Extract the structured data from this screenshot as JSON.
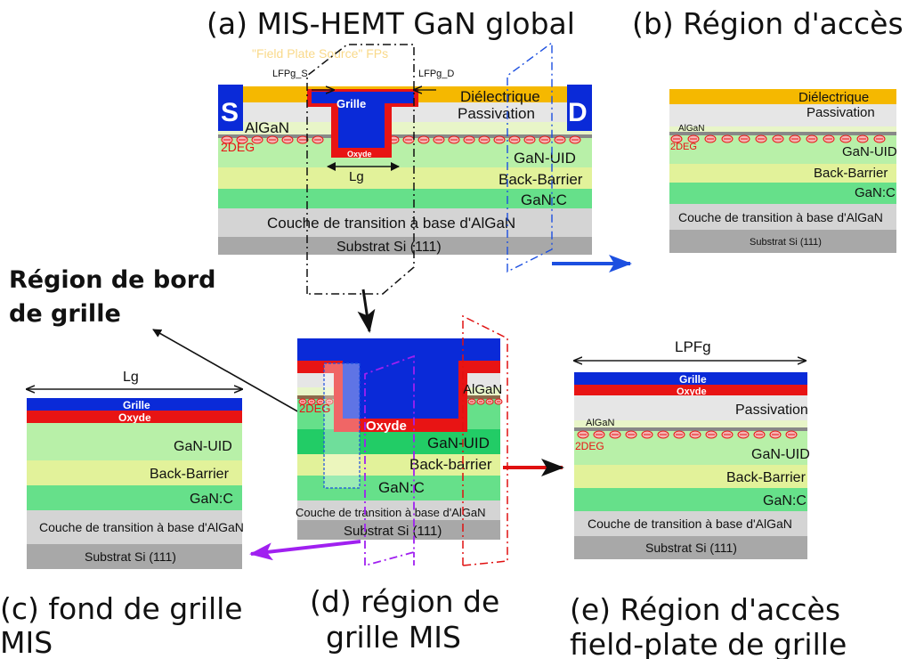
{
  "captions": {
    "a": "(a) MIS-HEMT GaN global",
    "b": "(b) Région d'accès",
    "c_line1": "(c) fond de grille",
    "c_line2": "MIS",
    "d_line1": "(d) région de",
    "d_line2": "grille MIS",
    "e_line1": "(e) Région d'accès",
    "e_line2": "field-plate de grille"
  },
  "edge_region": {
    "line1": "Région de bord",
    "line2": "de grille"
  },
  "panel_a": {
    "fp_note": "\"Field Plate Source\" FPs",
    "lfp_s": "LFPg_S",
    "lfp_d": "LFPg_D",
    "source": "S",
    "drain": "D",
    "grille": "Grille",
    "oxyde": "Oxyde",
    "lg": "Lg",
    "dielectrique": "Diélectrique",
    "passivation": "Passivation",
    "algan": "AlGaN",
    "twodeg": "2DEG",
    "gan_uid": "GaN-UID",
    "back_barrier": "Back-Barrier",
    "gan_c": "GaN:C",
    "transition": "Couche de transition à base d'AlGaN",
    "substrat": "Substrat Si (111)"
  },
  "panel_b": {
    "dielectrique": "Diélectrique",
    "passivation": "Passivation",
    "algan": "AlGaN",
    "twodeg": "2DEG",
    "gan_uid": "GaN-UID",
    "back_barrier": "Back-Barrier",
    "gan_c": "GaN:C",
    "transition": "Couche de transition à base d'AlGaN",
    "substrat": "Substrat Si (111)"
  },
  "panel_c": {
    "lg": "Lg",
    "grille": "Grille",
    "oxyde": "Oxyde",
    "gan_uid": "GaN-UID",
    "back_barrier": "Back-Barrier",
    "gan_c": "GaN:C",
    "transition": "Couche de transition à base d'AlGaN",
    "substrat": "Substrat Si (111)"
  },
  "panel_d": {
    "algan": "AlGaN",
    "twodeg": "2DEG",
    "oxyde": "Oxyde",
    "gan_uid": "GaN-UID",
    "back_barrier": "Back-barrier",
    "gan_c": "GaN:C",
    "transition": "Couche de transition à base d'AlGaN",
    "substrat": "Substrat Si (111)"
  },
  "panel_e": {
    "lpfg": "LPFg",
    "grille": "Grille",
    "oxyde": "Oxyde",
    "passivation": "Passivation",
    "algan": "AlGaN",
    "twodeg": "2DEG",
    "gan_uid": "GaN-UID",
    "back_barrier": "Back-Barrier",
    "gan_c": "GaN:C",
    "transition": "Couche de transition à base d'AlGaN",
    "substrat": "Substrat Si (111)"
  },
  "colors": {
    "dielectric": "#F5B800",
    "passivation": "#E6E6E6",
    "algan": "#E8F5C8",
    "gan_uid": "#B8F0A8",
    "back_barrier": "#E2F29A",
    "gan_c": "#66E08A",
    "transition": "#D4D4D4",
    "substrate": "#A8A8A8",
    "gate": "#0A2AD8",
    "oxide": "#E81414",
    "arrow_blue": "#1C4FE0",
    "arrow_purple": "#A020F0",
    "arrow_red": "#E01010"
  }
}
